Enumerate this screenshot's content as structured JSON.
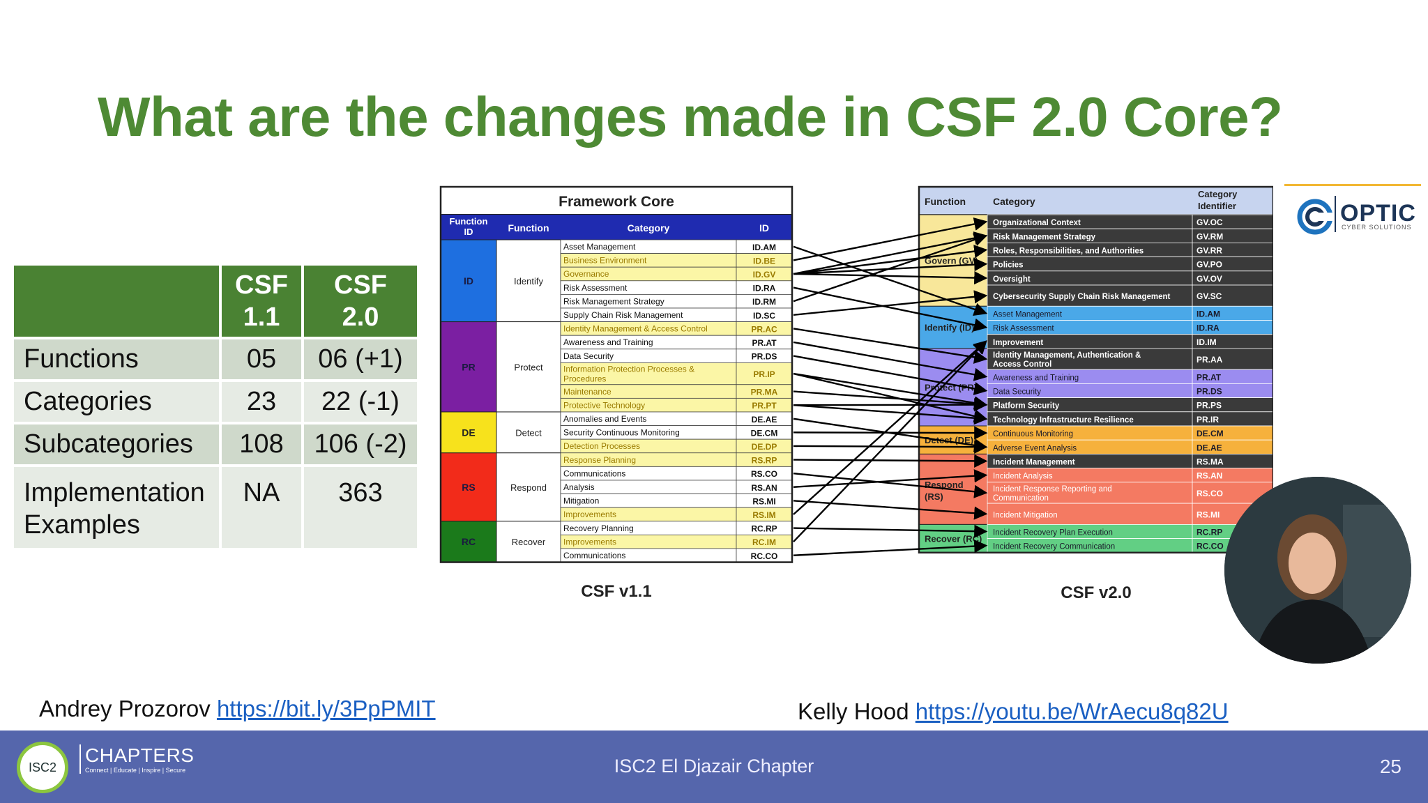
{
  "slide": {
    "title": "What are the changes made in CSF 2.0 Core?",
    "page_number": "25",
    "footer_center": "ISC2 El Djazair Chapter"
  },
  "comparison_table": {
    "headers": [
      "",
      "CSF\n1.1",
      "CSF\n2.0"
    ],
    "header_csf11_line1": "CSF",
    "header_csf11_line2": "1.1",
    "header_csf20_line1": "CSF",
    "header_csf20_line2": "2.0",
    "rows": [
      {
        "label": "Functions",
        "v11": "05",
        "v20": "06 (+1)"
      },
      {
        "label": "Categories",
        "v11": "23",
        "v20": "22 (-1)"
      },
      {
        "label": "Subcategories",
        "v11": "108",
        "v20": "106 (-2)"
      },
      {
        "label_line1": "Implementation",
        "label_line2": "Examples",
        "v11": "NA",
        "v20": "363"
      }
    ]
  },
  "framework_v11": {
    "title": "Framework Core",
    "caption": "CSF v1.1",
    "col_headers": {
      "function_id_1": "Function",
      "function_id_2": "ID",
      "function": "Function",
      "category": "Category",
      "id": "ID"
    },
    "functions": [
      {
        "id": "ID",
        "name": "Identify",
        "color": "#1e6fe0"
      },
      {
        "id": "PR",
        "name": "Protect",
        "color": "#7b1fa2"
      },
      {
        "id": "DE",
        "name": "Detect",
        "color": "#f7e21c"
      },
      {
        "id": "RS",
        "name": "Respond",
        "color": "#f22b1a"
      },
      {
        "id": "RC",
        "name": "Recover",
        "color": "#1b7a1b"
      }
    ],
    "categories": [
      {
        "name": "Asset Management",
        "id": "ID.AM",
        "hl": false
      },
      {
        "name": "Business Environment",
        "id": "ID.BE",
        "hl": true
      },
      {
        "name": "Governance",
        "id": "ID.GV",
        "hl": true
      },
      {
        "name": "Risk Assessment",
        "id": "ID.RA",
        "hl": false
      },
      {
        "name": "Risk Management Strategy",
        "id": "ID.RM",
        "hl": false
      },
      {
        "name": "Supply Chain Risk Management",
        "id": "ID.SC",
        "hl": false
      },
      {
        "name": "Identity Management & Access Control",
        "id": "PR.AC",
        "hl": true
      },
      {
        "name": "Awareness and Training",
        "id": "PR.AT",
        "hl": false
      },
      {
        "name": "Data Security",
        "id": "PR.DS",
        "hl": false
      },
      {
        "name": "Information Protection Processes &",
        "name2": "Procedures",
        "id": "PR.IP",
        "hl": true,
        "double": true
      },
      {
        "name": "Maintenance",
        "id": "PR.MA",
        "hl": true
      },
      {
        "name": "Protective Technology",
        "id": "PR.PT",
        "hl": true
      },
      {
        "name": "Anomalies and Events",
        "id": "DE.AE",
        "hl": false
      },
      {
        "name": "Security Continuous Monitoring",
        "id": "DE.CM",
        "hl": false
      },
      {
        "name": "Detection Processes",
        "id": "DE.DP",
        "hl": true
      },
      {
        "name": "Response Planning",
        "id": "RS.RP",
        "hl": true
      },
      {
        "name": "Communications",
        "id": "RS.CO",
        "hl": false
      },
      {
        "name": "Analysis",
        "id": "RS.AN",
        "hl": false
      },
      {
        "name": "Mitigation",
        "id": "RS.MI",
        "hl": false
      },
      {
        "name": "Improvements",
        "id": "RS.IM",
        "hl": true
      },
      {
        "name": "Recovery Planning",
        "id": "RC.RP",
        "hl": false
      },
      {
        "name": "Improvements",
        "id": "RC.IM",
        "hl": true
      },
      {
        "name": "Communications",
        "id": "RC.CO",
        "hl": false
      }
    ]
  },
  "framework_v20": {
    "caption": "CSF v2.0",
    "col_headers": {
      "function": "Function",
      "category": "Category",
      "cat_id_1": "Category",
      "cat_id_2": "Identifier"
    },
    "functions": [
      {
        "label": "Govern (GV)",
        "color": "#f8e79a"
      },
      {
        "label": "Identify (ID)",
        "color": "#4aa8e8"
      },
      {
        "label": "Protect (PR)",
        "color": "#9b8cf0"
      },
      {
        "label": "Detect (DE)",
        "color": "#f6b13c"
      },
      {
        "label": "Respond",
        "label2": "(RS)",
        "color": "#f47a62"
      },
      {
        "label": "Recover (RC)",
        "color": "#62cf84"
      }
    ],
    "categories": [
      {
        "name": "Organizational Context",
        "id": "GV.OC",
        "dark": true
      },
      {
        "name": "Risk Management Strategy",
        "id": "GV.RM",
        "dark": true
      },
      {
        "name": "Roles, Responsibilities, and Authorities",
        "id": "GV.RR",
        "dark": true
      },
      {
        "name": "Policies",
        "id": "GV.PO",
        "dark": true
      },
      {
        "name": "Oversight",
        "id": "GV.OV",
        "dark": true
      },
      {
        "name": "Cybersecurity Supply Chain Risk Management",
        "id": "GV.SC",
        "dark": true,
        "double": true
      },
      {
        "name": "Asset Management",
        "id": "ID.AM",
        "dark": false
      },
      {
        "name": "Risk Assessment",
        "id": "ID.RA",
        "dark": false
      },
      {
        "name": "Improvement",
        "id": "ID.IM",
        "dark": true
      },
      {
        "name": "Identity Management, Authentication &",
        "name2": "Access Control",
        "id": "PR.AA",
        "dark": true,
        "double": true
      },
      {
        "name": "Awareness and Training",
        "id": "PR.AT",
        "dark": false
      },
      {
        "name": "Data Security",
        "id": "PR.DS",
        "dark": false
      },
      {
        "name": "Platform Security",
        "id": "PR.PS",
        "dark": true
      },
      {
        "name": "Technology Infrastructure Resilience",
        "id": "PR.IR",
        "dark": true
      },
      {
        "name": "Continuous Monitoring",
        "id": "DE.CM",
        "dark": false
      },
      {
        "name": "Adverse Event Analysis",
        "id": "DE.AE",
        "dark": false
      },
      {
        "name": "Incident Management",
        "id": "RS.MA",
        "dark": true
      },
      {
        "name": "Incident Analysis",
        "id": "RS.AN",
        "dark": false
      },
      {
        "name": "Incident Response Reporting and",
        "name2": "Communication",
        "id": "RS.CO",
        "dark": false,
        "double": true
      },
      {
        "name": "Incident Mitigation",
        "id": "RS.MI",
        "dark": false,
        "double": true
      },
      {
        "name": "Incident Recovery Plan Execution",
        "id": "RC.RP",
        "dark": false
      },
      {
        "name": "Incident Recovery Communication",
        "id": "RC.CO",
        "dark": false
      }
    ]
  },
  "logo": {
    "name": "OPTIC",
    "sub": "CYBER SOLUTIONS"
  },
  "citations": {
    "left_author": "Andrey Prozorov",
    "left_link": "https://bit.ly/3PpPMIT",
    "right_author": "Kelly Hood",
    "right_link": "https://youtu.be/WrAecu8q82U"
  },
  "footer": {
    "badge": "ISC2",
    "brand": "CHAPTERS",
    "tagline": "Connect | Educate | Inspire | Secure"
  },
  "colors": {
    "title_green": "#4e8a34",
    "table_header": "#4a8233",
    "footer_bg": "#5566ac",
    "link": "#1a5fc2"
  }
}
